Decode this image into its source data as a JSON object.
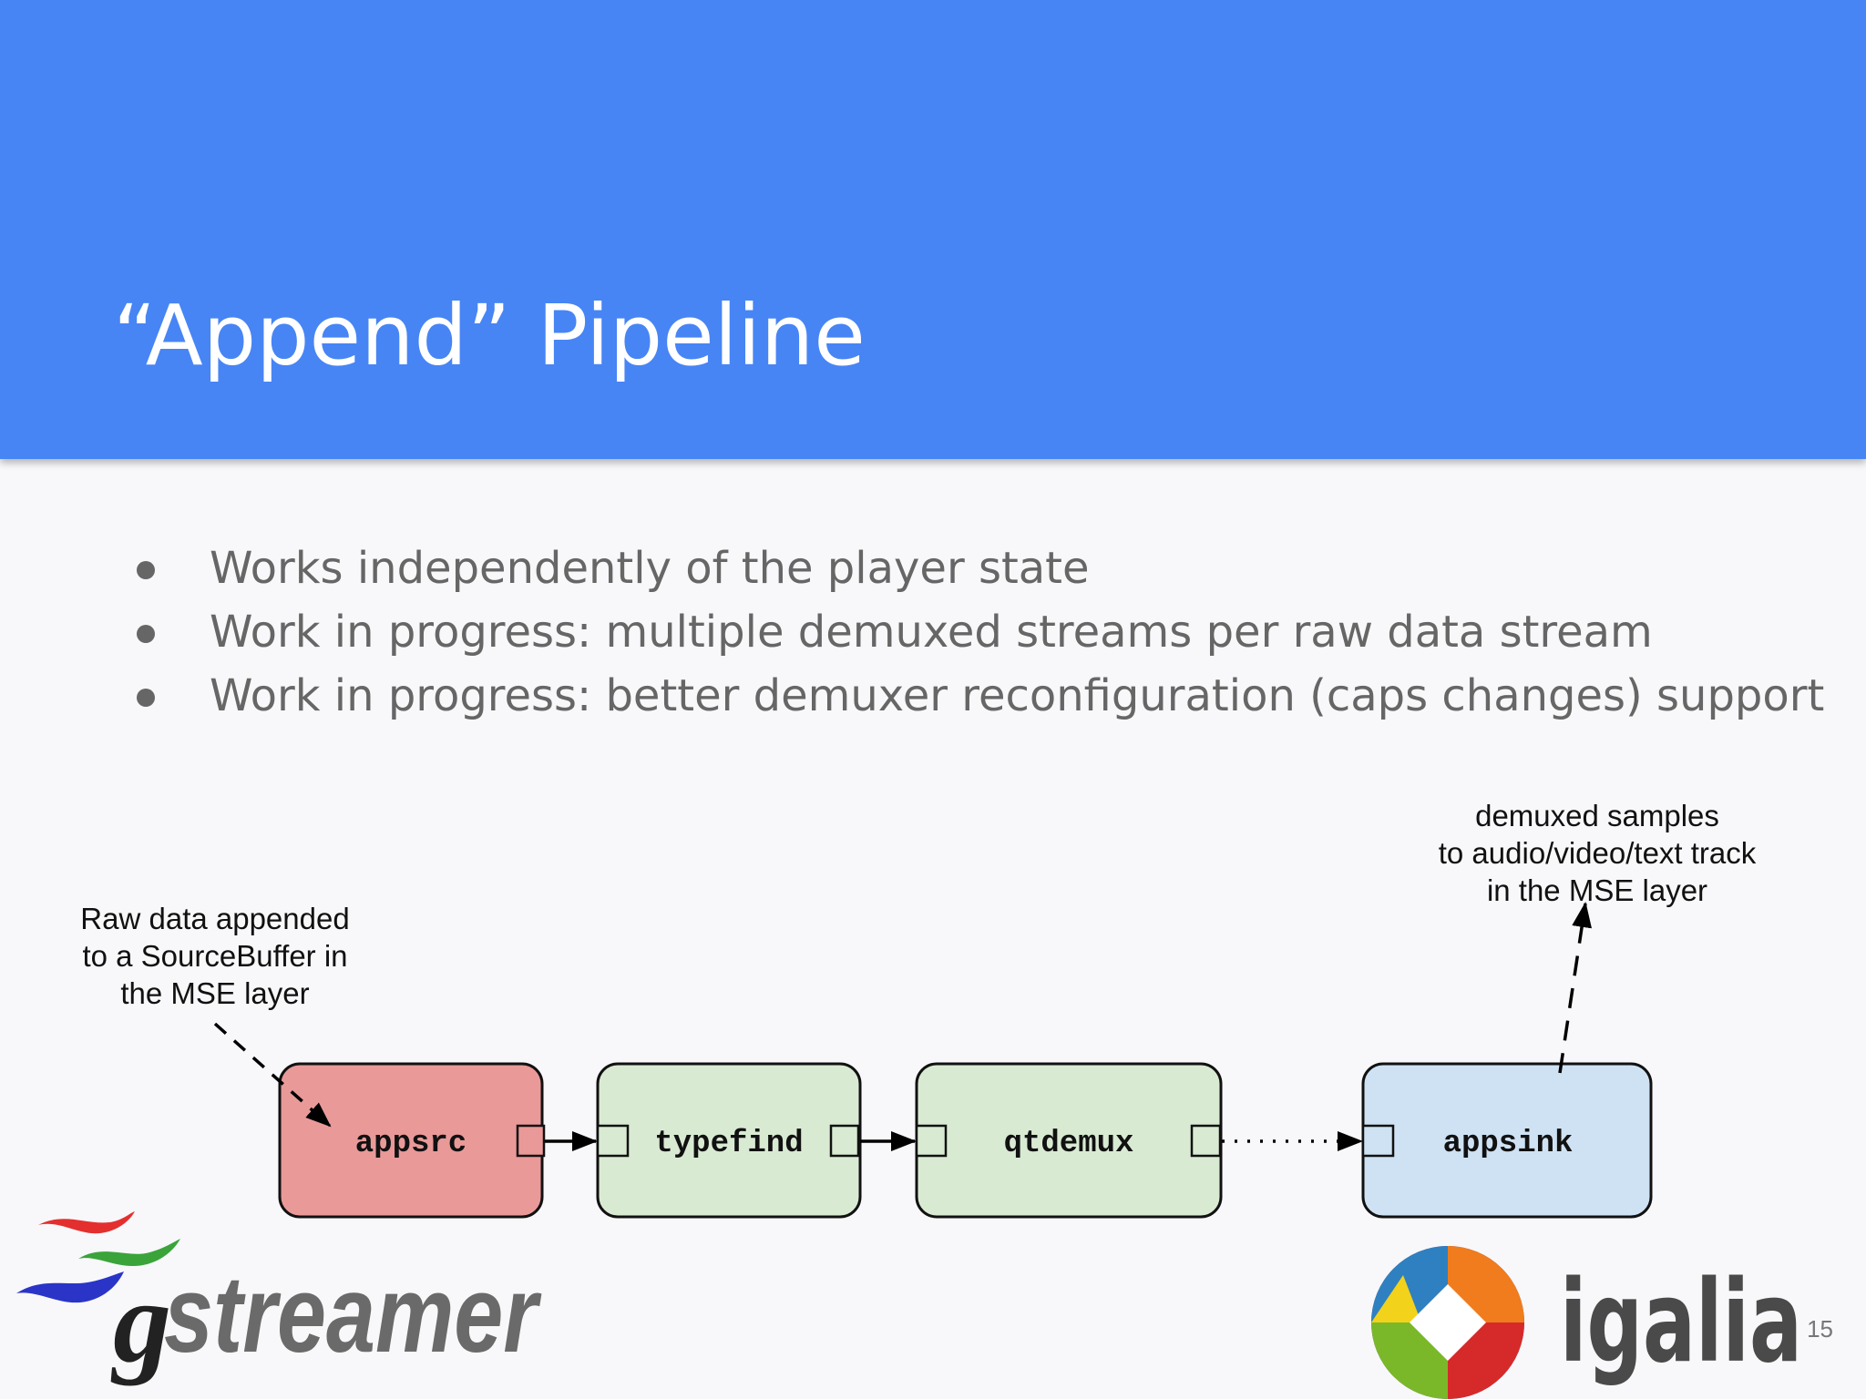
{
  "slide": {
    "title": "“Append” Pipeline",
    "bullets": [
      "Works independently of the player state",
      "Work in progress: multiple demuxed streams per raw data stream",
      "Work in progress: better demuxer reconfiguration (caps changes) support"
    ],
    "page_number": "15"
  },
  "diagram": {
    "input_annotation": [
      "Raw data appended",
      "to a SourceBuffer in",
      "the MSE layer"
    ],
    "output_annotation": [
      "demuxed samples",
      "to audio/video/text track",
      "in the MSE layer"
    ],
    "nodes": [
      {
        "label": "appsrc",
        "color": "#ea9999"
      },
      {
        "label": "typefind",
        "color": "#d9ead3"
      },
      {
        "label": "qtdemux",
        "color": "#d9ead3"
      },
      {
        "label": "appsink",
        "color": "#cfe2f3"
      }
    ]
  },
  "logos": {
    "gstreamer": "gstreamer",
    "igalia": "igalia"
  },
  "colors": {
    "header": "#4785f5",
    "background": "#f8f8fa",
    "bullet_text": "#666666"
  }
}
